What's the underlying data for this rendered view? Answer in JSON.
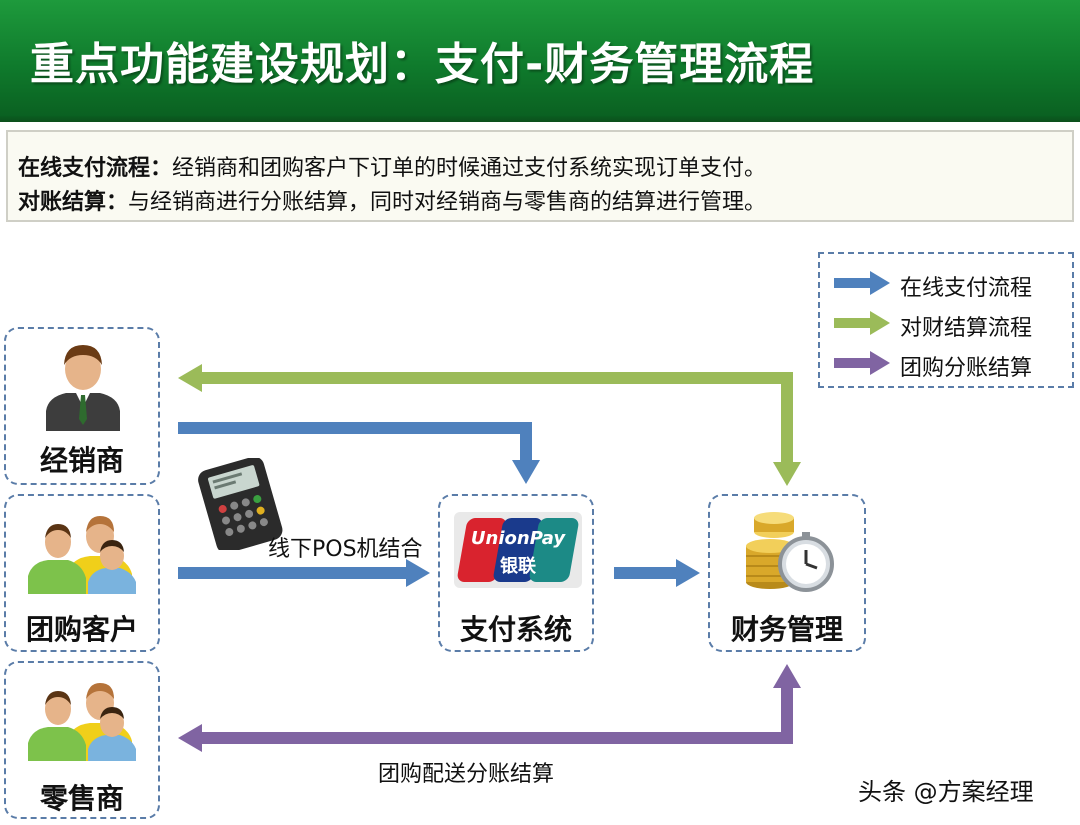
{
  "title": "重点功能建设规划：支付-财务管理流程",
  "summary": {
    "online_label": "在线支付流程：",
    "online_text": "经销商和团购客户下订单的时候通过支付系统实现订单支付。",
    "recon_label": "对账结算：",
    "recon_text": "与经销商进行分账结算，同时对经销商与零售商的结算进行管理。"
  },
  "nodes": {
    "dealer": "经销商",
    "group_customer": "团购客户",
    "retailer": "零售商",
    "payment_system": "支付系统",
    "finance": "财务管理"
  },
  "logo": {
    "line1": "UnionPay",
    "line2": "银联"
  },
  "legend": [
    {
      "label": "在线支付流程",
      "color": "#4f81bd"
    },
    {
      "label": "对财结算流程",
      "color": "#9bbb59"
    },
    {
      "label": "团购分账结算",
      "color": "#8064a2"
    }
  ],
  "flow_labels": {
    "pos": "线下POS机结合",
    "group_settlement": "团购配送分账结算"
  },
  "watermark": "头条 @方案经理",
  "colors": {
    "blue": "#4f81bd",
    "green": "#9bbb59",
    "purple": "#8064a2",
    "title_green": "#0f7a2c"
  }
}
